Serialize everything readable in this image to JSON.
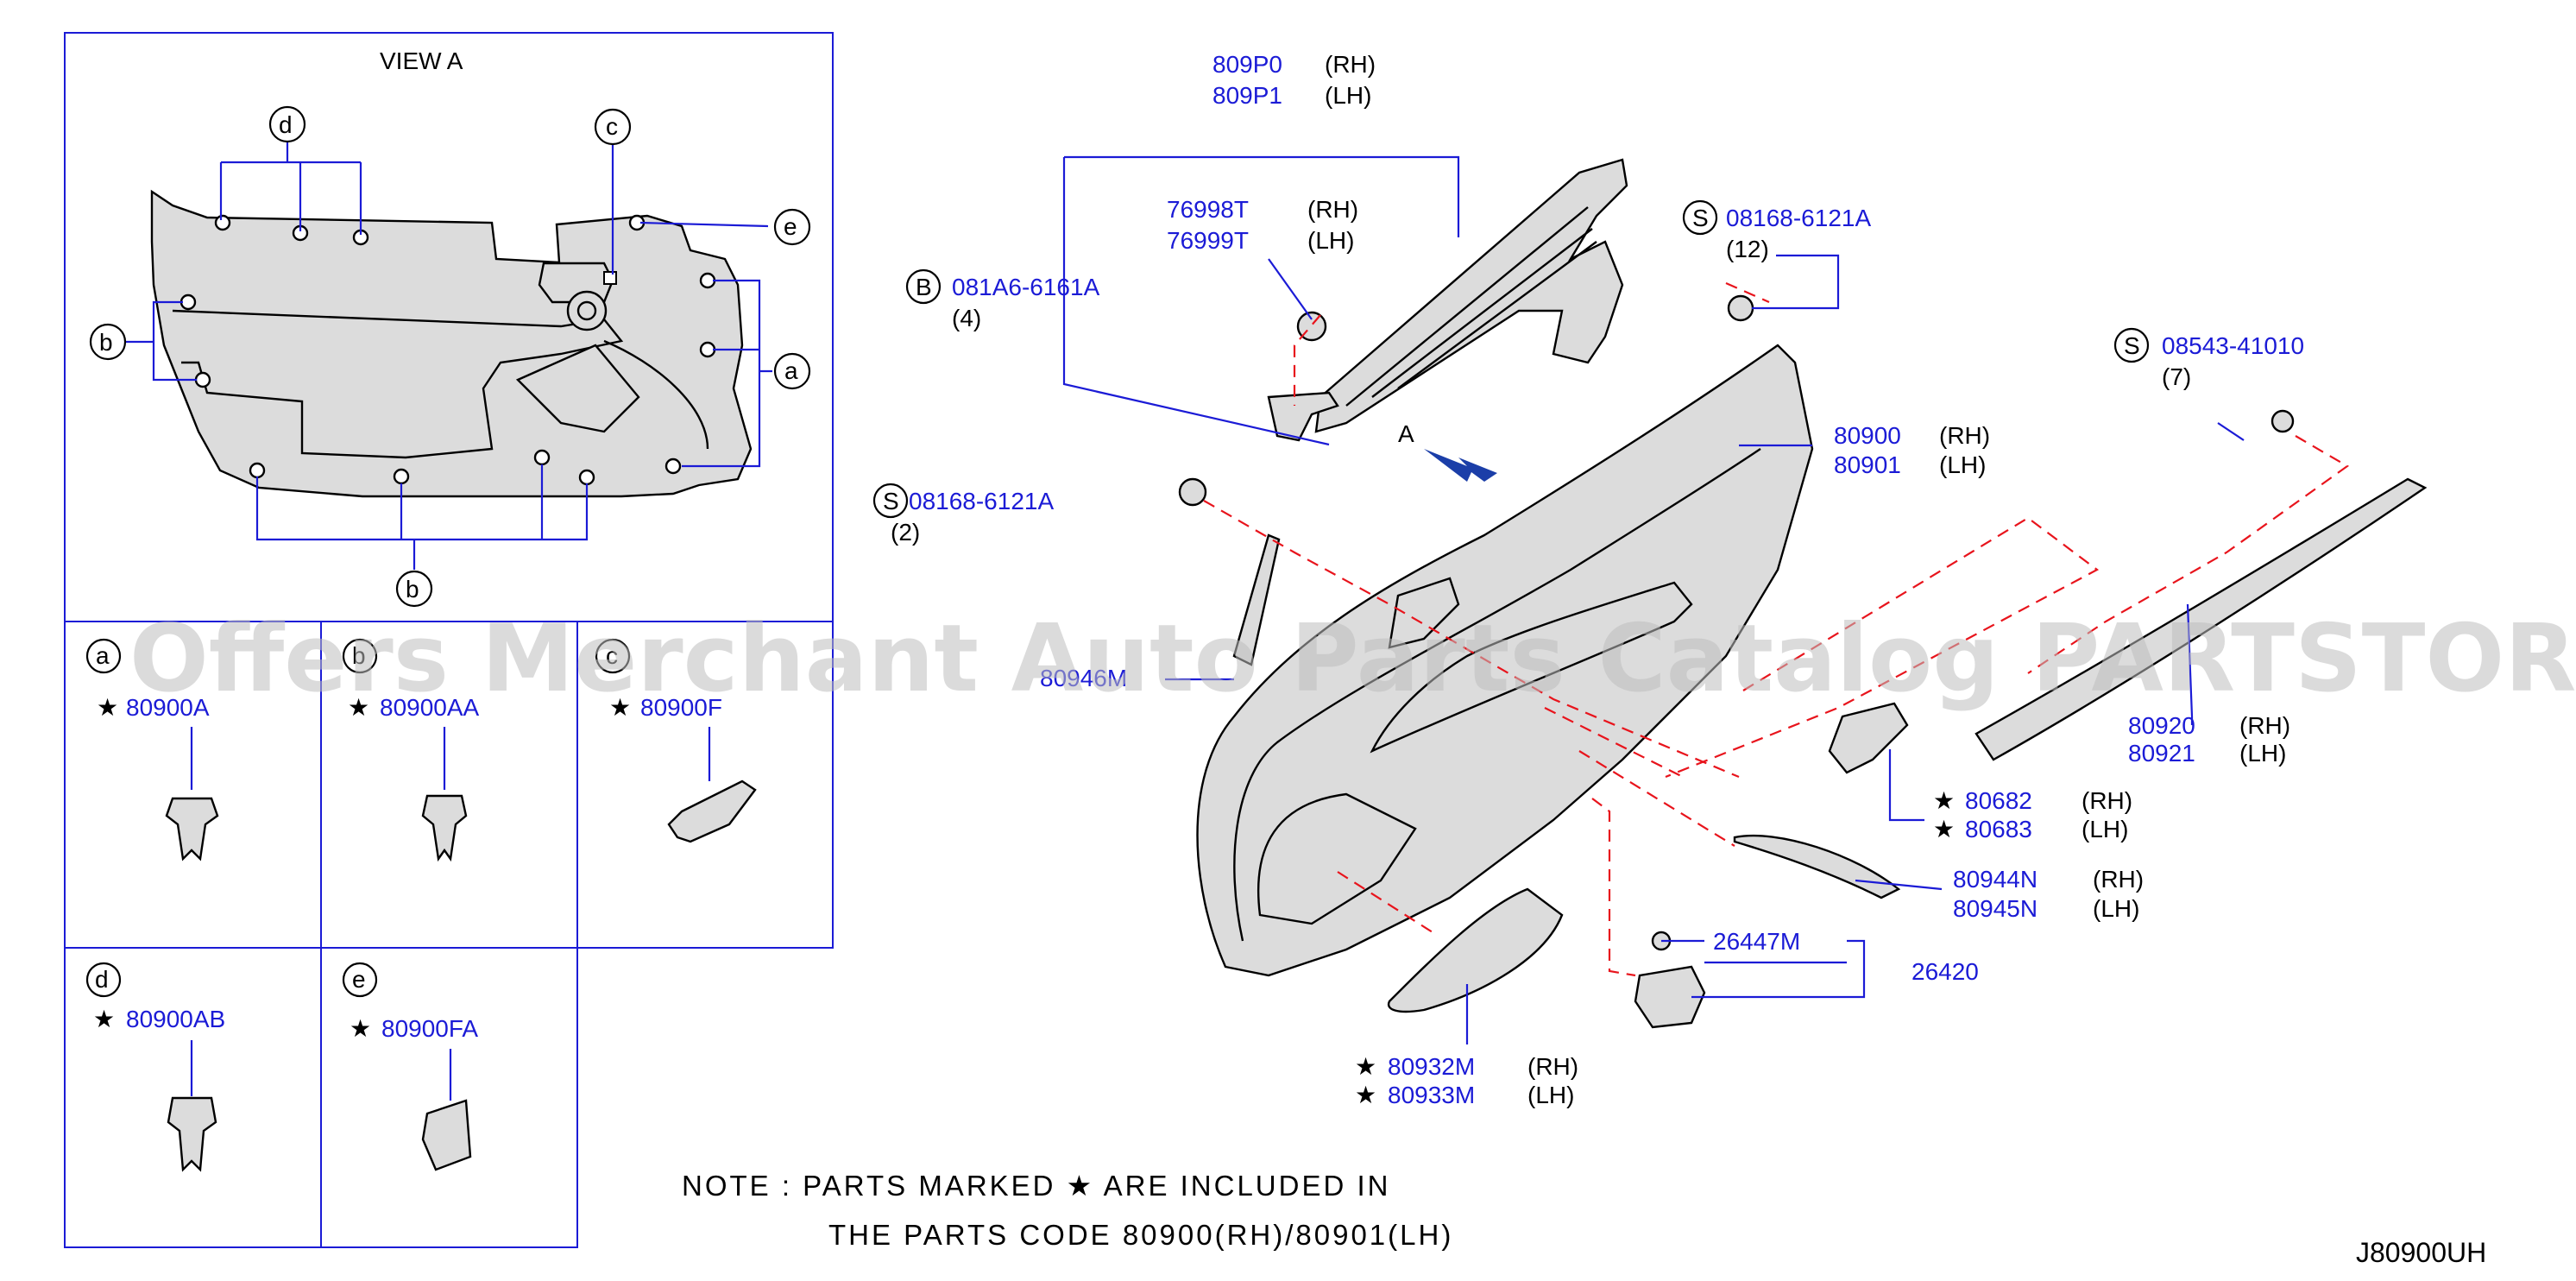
{
  "view": {
    "title": "VIEW   A"
  },
  "callouts": {
    "a": "a",
    "b": "b",
    "c": "c",
    "d": "d",
    "e": "e",
    "B": "B",
    "S": "S",
    "A": "A"
  },
  "star": "★",
  "clips": {
    "a": {
      "letter": "a",
      "part": "80900A"
    },
    "b": {
      "letter": "b",
      "part": "80900AA"
    },
    "c": {
      "letter": "c",
      "part": "80900F"
    },
    "d": {
      "letter": "d",
      "part": "80900AB"
    },
    "e": {
      "letter": "e",
      "part": "80900FA"
    }
  },
  "parts": {
    "p809P0": "809P0",
    "p809P1": "809P1",
    "p76998T": "76998T",
    "p76999T": "76999T",
    "b081A6": "081A6-6161A",
    "qty4": "(4)",
    "s08168a": "08168-6121A",
    "qty12": "(12)",
    "s08168b": "08168-6121A",
    "qty2": "(2)",
    "s08543": "08543-41010",
    "qty7": "(7)",
    "p80900": "80900",
    "p80901": "80901",
    "p80946M": "80946M",
    "p80920": "80920",
    "p80921": "80921",
    "p80682": "80682",
    "p80683": "80683",
    "p80944N": "80944N",
    "p80945N": "80945N",
    "p26447M": "26447M",
    "p26420": "26420",
    "p80932M": "80932M",
    "p80933M": "80933M"
  },
  "side": {
    "rh": "(RH)",
    "lh": "(LH)"
  },
  "note": {
    "line1": "NOTE  :  PARTS  MARKED  ★ ARE  INCLUDED  IN",
    "line2": "THE  PARTS  CODE  80900(RH)/80901(LH)"
  },
  "diagram_code": "J80900UH",
  "watermark": "Offers Merchant Auto Parts Catalog PARTSTORE.SA",
  "colors": {
    "part_link": "#1b1bd6",
    "leader_dash": "#e8141c",
    "panel_fill": "#dcdcdc"
  }
}
